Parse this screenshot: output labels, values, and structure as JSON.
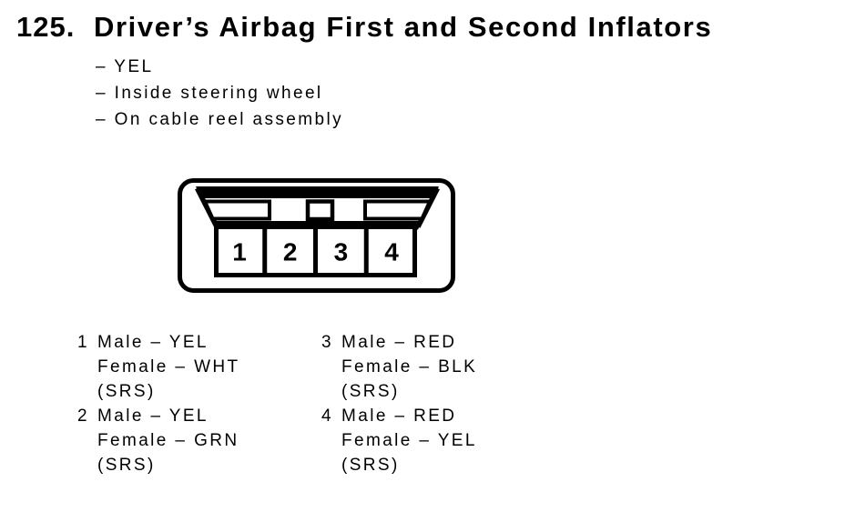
{
  "page": {
    "item_number": "125.",
    "title": "Driver’s Airbag First and Second Inflators",
    "descriptors": [
      "– YEL",
      "– Inside steering wheel",
      "– On cable reel assembly"
    ]
  },
  "connector": {
    "cavities": [
      "1",
      "2",
      "3",
      "4"
    ]
  },
  "pins": [
    {
      "num": "1",
      "male": "Male – YEL",
      "female": "Female – WHT",
      "note": "(SRS)"
    },
    {
      "num": "2",
      "male": "Male – YEL",
      "female": "Female – GRN",
      "note": "(SRS)"
    },
    {
      "num": "3",
      "male": "Male – RED",
      "female": "Female – BLK",
      "note": "(SRS)"
    },
    {
      "num": "4",
      "male": "Male – RED",
      "female": "Female – YEL",
      "note": "(SRS)"
    }
  ],
  "colors": {
    "ink": "#000000",
    "paper": "#ffffff"
  }
}
